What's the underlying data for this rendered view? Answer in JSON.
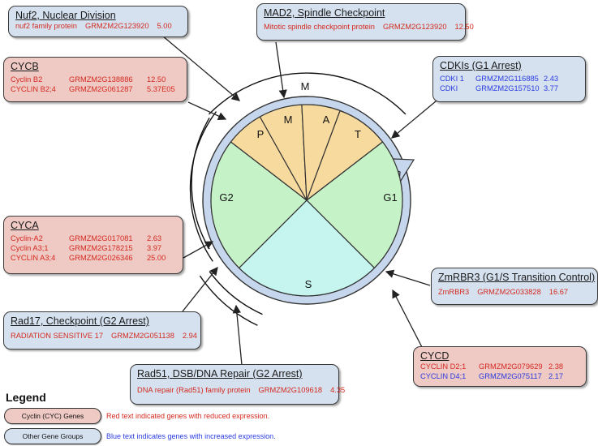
{
  "phases": {
    "M_outer": "M",
    "P": "P",
    "M": "M",
    "A": "A",
    "T": "T",
    "G1": "G1",
    "S": "S",
    "G2": "G2"
  },
  "colors": {
    "mitosis": "#f7da9e",
    "G": "#c5f2c7",
    "S": "#c5f5ee",
    "ring": "#c6d6ec",
    "blue_box": "#d5e1ef",
    "pink_box": "#efc9c4",
    "red_text": "#d42a20",
    "blue_text": "#2a3be0"
  },
  "boxes": {
    "nuf2": {
      "title": "Nuf2, Nuclear Division",
      "rows": [
        {
          "name": "nuf2 family protein",
          "id": "GRMZM2G123920",
          "val": "5.00"
        }
      ]
    },
    "mad2": {
      "title": "MAD2, Spindle Checkpoint",
      "rows": [
        {
          "name": "Mitotic spindle checkpoint protein",
          "id": "GRMZM2G123920",
          "val": "12.50"
        }
      ]
    },
    "cycb": {
      "title": "CYCB",
      "rows": [
        {
          "name": "Cyclin B2",
          "id": "GRMZM2G138886",
          "val": "12.50"
        },
        {
          "name": "CYCLIN B2;4",
          "id": "GRMZM2G061287",
          "val": "5.37E05"
        }
      ]
    },
    "cdki": {
      "title": "CDKIs (G1 Arrest)",
      "rows": [
        {
          "name": "CDKI 1",
          "id": "GRMZM2G116885",
          "val": "2.43"
        },
        {
          "name": "CDKI",
          "id": "GRMZM2G157510",
          "val": "3.77"
        }
      ]
    },
    "cyca": {
      "title": "CYCA",
      "rows": [
        {
          "name": "Cyclin-A2",
          "id": "GRMZM2G017081",
          "val": "2.63"
        },
        {
          "name": "Cyclin A3;1",
          "id": "GRMZM2G178215",
          "val": "3.97"
        },
        {
          "name": "CYCLIN A3;4",
          "id": "GRMZM2G026346",
          "val": "25.00"
        }
      ]
    },
    "zmrbr3": {
      "title": "ZmRBR3 (G1/S Transition Control)",
      "rows": [
        {
          "name": "ZmRBR3",
          "id": "GRMZM2G033828",
          "val": "16.67"
        }
      ]
    },
    "rad17": {
      "title": "Rad17, Checkpoint (G2 Arrest)",
      "rows": [
        {
          "name": "RADIATION SENSITIVE 17",
          "id": "GRMZM2G051138",
          "val": "2.94"
        }
      ]
    },
    "cycd": {
      "title": "CYCD",
      "rows": [
        {
          "name": "CYCLIN D2;1",
          "id": "GRMZM2G079629",
          "val": "2.38"
        },
        {
          "name": "CYCLIN D4;1",
          "id": "GRMZM2G075117",
          "val": "2.17"
        }
      ]
    },
    "rad51": {
      "title": "Rad51, DSB/DNA Repair (G2 Arrest)",
      "rows": [
        {
          "name": "DNA repair (Rad51) family protein",
          "id": "GRMZM2G109618",
          "val": "4.35"
        }
      ]
    }
  },
  "legend": {
    "title": "Legend",
    "cyclin_label": "Cyclin (CYC) Genes",
    "other_label": "Other Gene Groups",
    "red_text_note": "Red text indicated genes with reduced expression.",
    "blue_text_note": "Blue text indicates genes with increased expression."
  }
}
